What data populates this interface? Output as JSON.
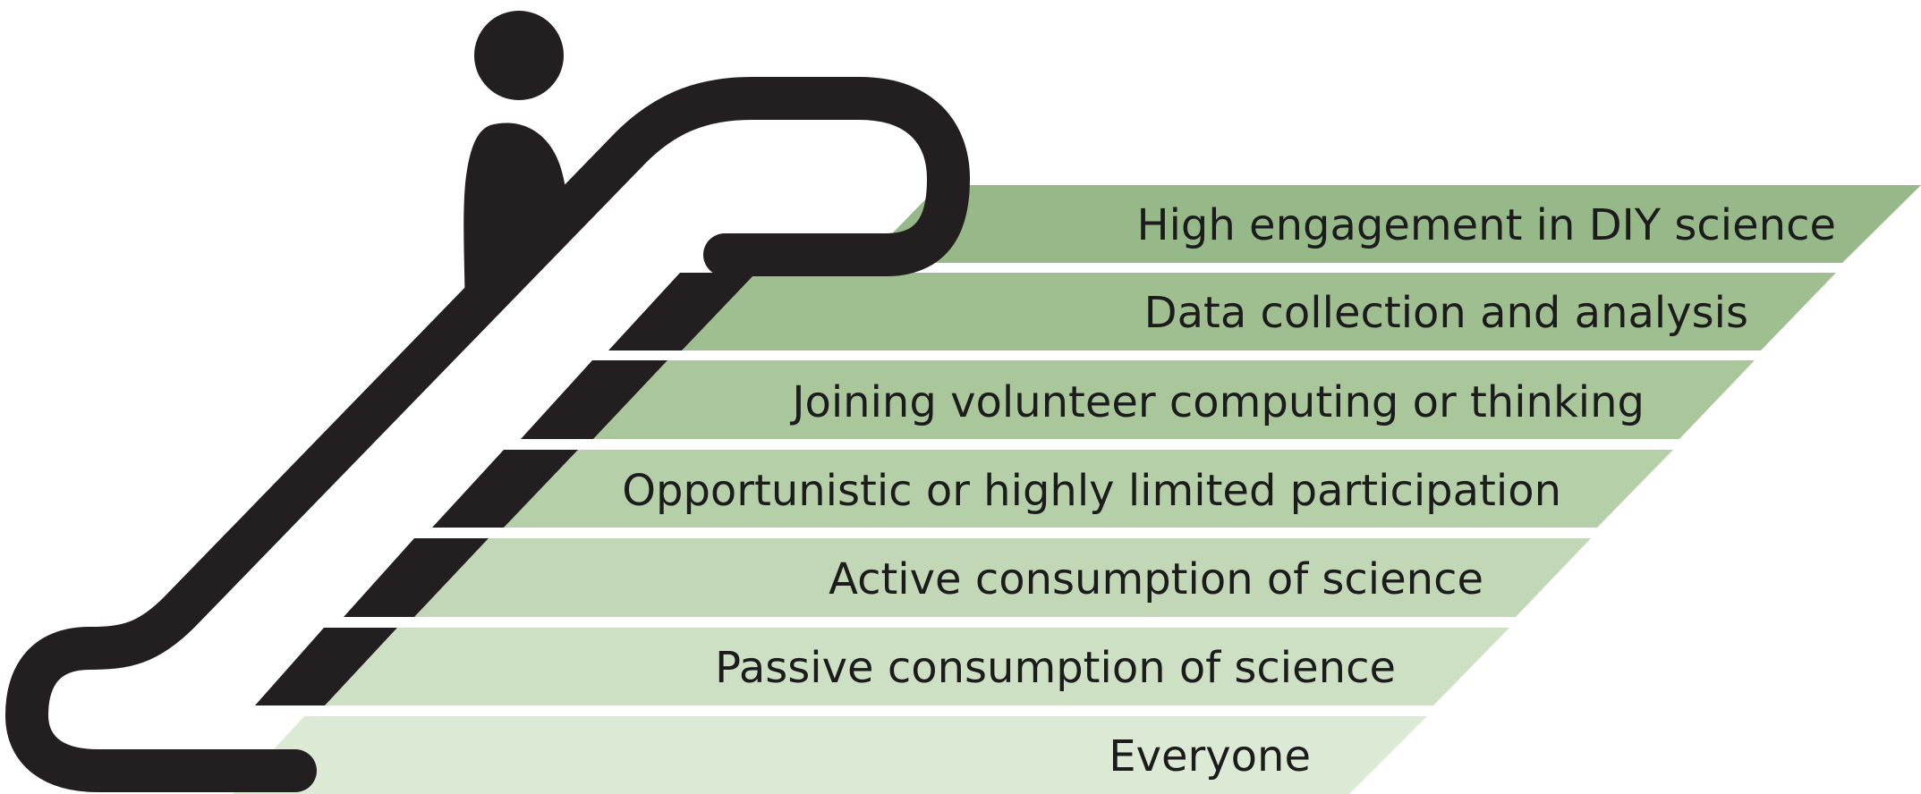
{
  "levels": [
    {
      "label": "High engagement in DIY science",
      "color": "#97b888"
    },
    {
      "label": "Data collection and analysis",
      "color": "#a0bf91"
    },
    {
      "label": "Joining volunteer computing or thinking",
      "color": "#aac79c"
    },
    {
      "label": "Opportunistic or highly limited participation",
      "color": "#b5cfa8"
    },
    {
      "label": "Active consumption of science",
      "color": "#c1d7b6"
    },
    {
      "label": "Passive consumption of science",
      "color": "#cde0c4"
    },
    {
      "label": "Everyone",
      "color": "#dce9d5"
    }
  ],
  "icon": {
    "name": "escalator-person-icon",
    "color": "#231f20"
  }
}
